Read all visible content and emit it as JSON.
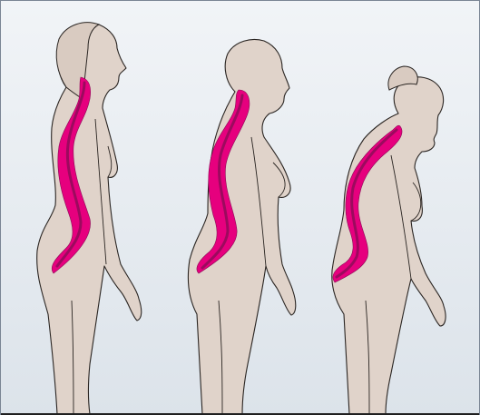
{
  "illustration": {
    "figures": [
      {
        "id": "figure-1",
        "spine": "spine-1"
      },
      {
        "id": "figure-2",
        "spine": "spine-2"
      },
      {
        "id": "figure-3",
        "spine": "spine-3"
      }
    ],
    "colors": {
      "background_top": "#f1f4f7",
      "background_bottom": "#dce3ea",
      "skin": "#e0d3ca",
      "skin_shadow": "#cdbdb2",
      "outline": "#2a2522",
      "spine_outer": "#e6007e",
      "spine_inner": "#9c0a5e",
      "border": "#7a8594",
      "ground": "#1f1f1f"
    }
  }
}
